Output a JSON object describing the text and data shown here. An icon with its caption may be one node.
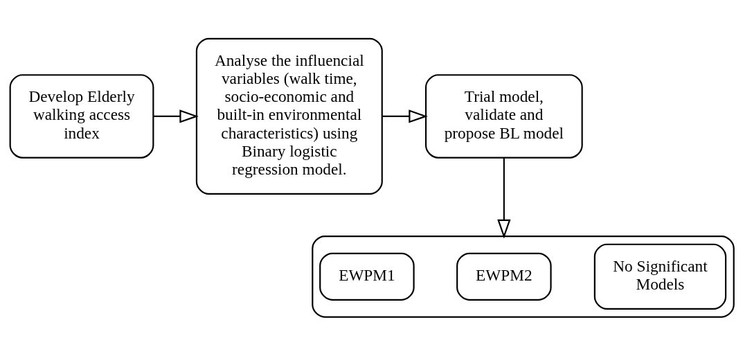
{
  "diagram": {
    "nodes": [
      {
        "text": [
          "Develop Elderly walking access index"
        ]
      },
      {
        "text": [
          "Analyse the influencial variables (walk time, socio-economic and built-in environmental characteristics) using Binary logistic regression model."
        ]
      },
      {
        "text": [
          "Trial model, validate and propose BL model"
        ]
      },
      {
        "text": [],
        "shape": "box"
      },
      {
        "text": [
          "EWPM1"
        ],
        "in": 3
      },
      {
        "text": [
          "EWPM2"
        ],
        "in": 3
      },
      {
        "text": [
          "No Significant Models"
        ],
        "in": 3
      }
    ],
    "edges": [
      {
        "from": 0,
        "to": 1,
        "arrow": "to"
      },
      {
        "from": 1,
        "to": 2,
        "arrow": "to"
      },
      {
        "from": 2,
        "to": 3,
        "arrow": "to"
      }
    ]
  }
}
